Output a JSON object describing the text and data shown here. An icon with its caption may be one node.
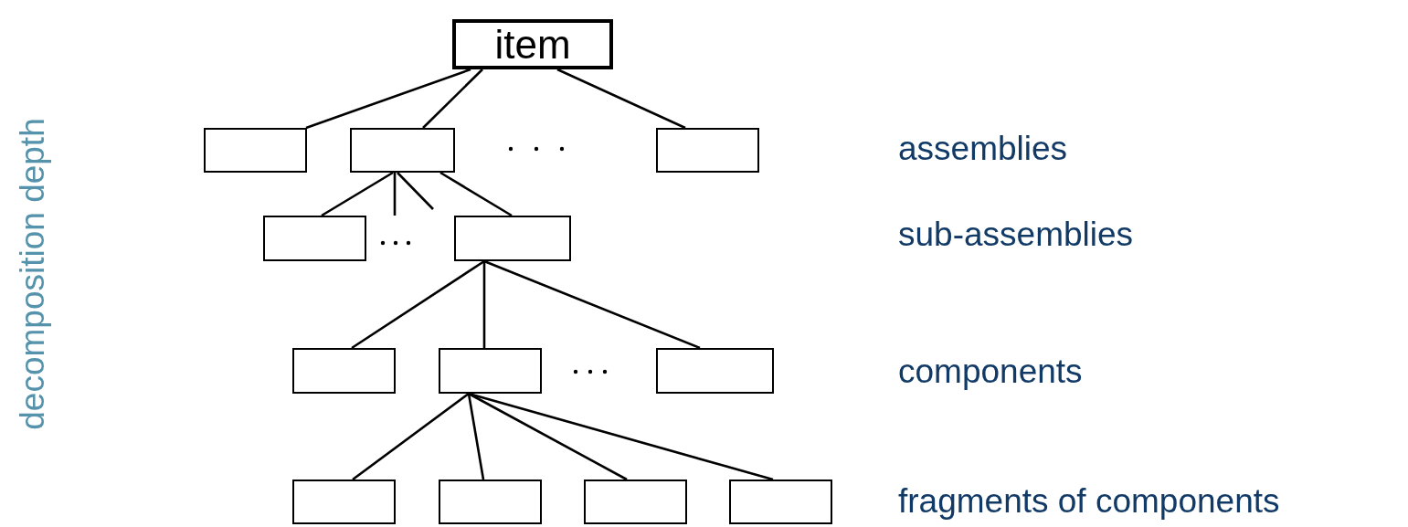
{
  "diagram": {
    "nodes": [
      {
        "text": [
          "item"
        ]
      },
      {
        "text": [],
        "shape": "box"
      },
      {
        "text": [],
        "shape": "box"
      },
      {
        "text": [],
        "shape": "box"
      },
      {
        "text": [],
        "shape": "box"
      },
      {
        "text": [],
        "shape": "box"
      },
      {
        "text": [],
        "shape": "box"
      },
      {
        "text": [],
        "shape": "box"
      },
      {
        "text": [],
        "shape": "box"
      },
      {
        "text": [],
        "shape": "box"
      },
      {
        "text": [],
        "shape": "box"
      },
      {
        "text": [],
        "shape": "box"
      },
      {
        "text": [],
        "shape": "box"
      }
    ],
    "edges": [
      {
        "from": 0,
        "to": 1,
        "arrow": "none"
      },
      {
        "from": 0,
        "to": 2,
        "arrow": "none"
      },
      {
        "from": 0,
        "to": 3,
        "arrow": "none"
      },
      {
        "from": 2,
        "to": 4,
        "arrow": "none"
      },
      {
        "from": 2,
        "to": null,
        "arrow": "none"
      },
      {
        "from": 2,
        "to": null,
        "arrow": "none"
      },
      {
        "from": 2,
        "to": 5,
        "arrow": "none"
      },
      {
        "from": 5,
        "to": 6,
        "arrow": "none"
      },
      {
        "from": 5,
        "to": 7,
        "arrow": "none"
      },
      {
        "from": 5,
        "to": 8,
        "arrow": "none"
      },
      {
        "from": 7,
        "to": 9,
        "arrow": "none"
      },
      {
        "from": 7,
        "to": 10,
        "arrow": "none"
      },
      {
        "from": 7,
        "to": 11,
        "arrow": "none"
      },
      {
        "from": 7,
        "to": 12,
        "arrow": "none"
      }
    ],
    "labels": [
      "decomposition depth",
      "assemblies",
      "sub-assemblies",
      "components",
      "fragments of components"
    ]
  }
}
